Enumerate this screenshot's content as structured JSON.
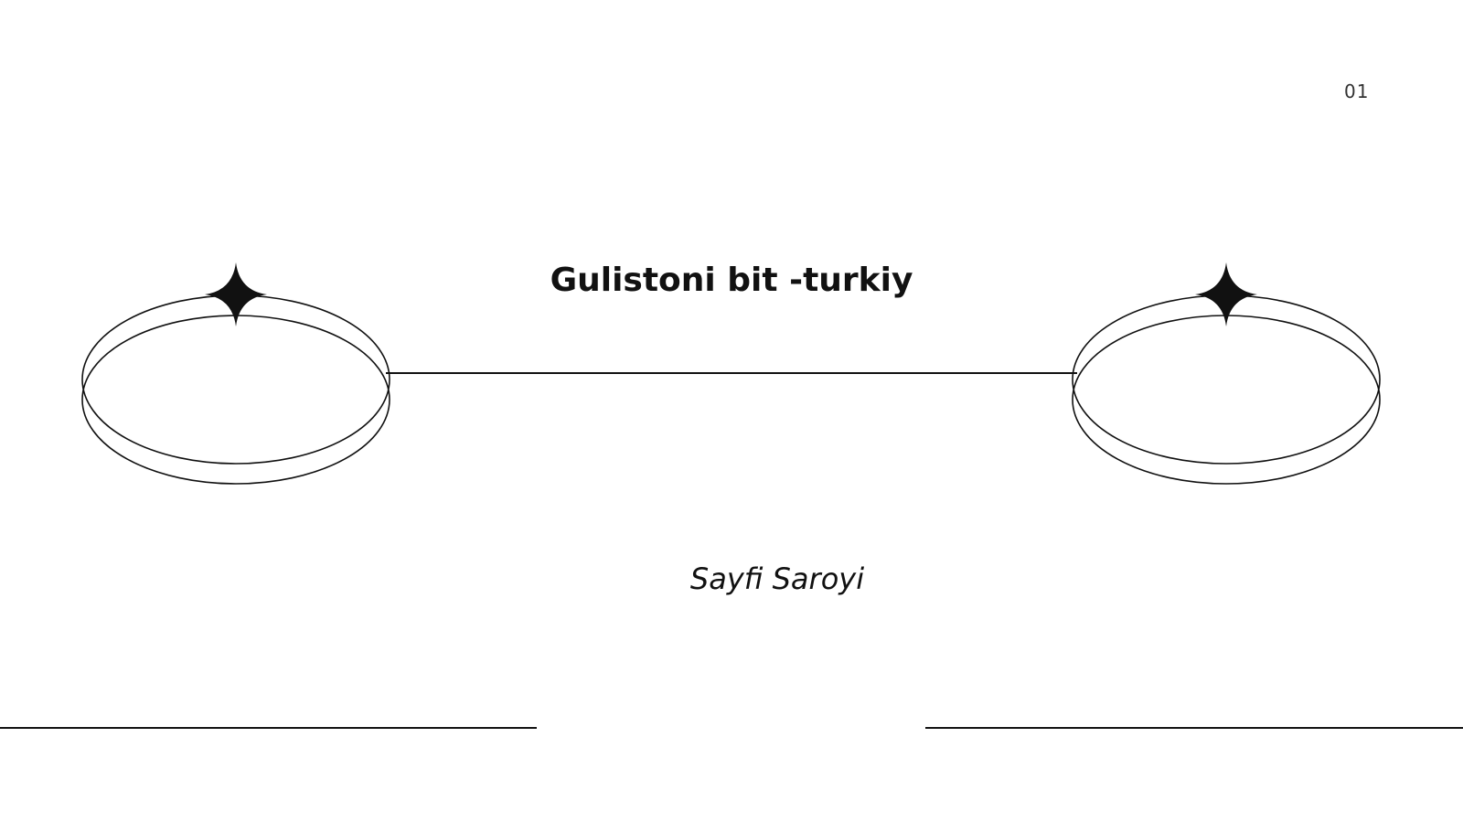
{
  "slide": {
    "page_number": "01",
    "title": "Gulistoni bit -turkiy",
    "author": "Sayfi Saroyi"
  },
  "decorations": {
    "left_ring_icon": "orbit-ring-with-star",
    "right_ring_icon": "orbit-ring-with-star",
    "line_color": "#111111"
  }
}
